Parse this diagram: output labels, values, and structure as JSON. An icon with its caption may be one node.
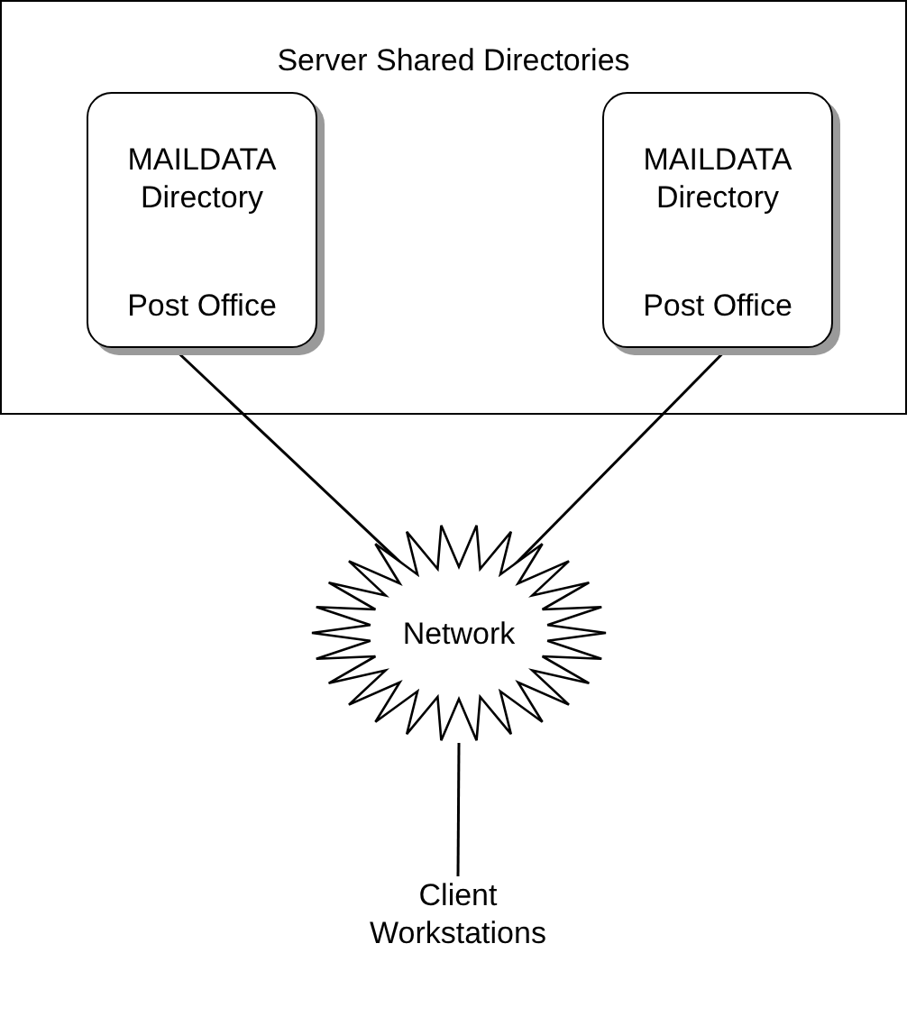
{
  "diagram": {
    "nodes": [
      {
        "text": [
          "Server Shared Directories"
        ]
      },
      {
        "text": [
          "MAILDATA Directory",
          "Post Office"
        ],
        "in": 0
      },
      {
        "text": [
          "MAILDATA Directory",
          "Post Office"
        ],
        "in": 0
      },
      {
        "text": [
          "Network"
        ]
      },
      {
        "text": [
          "Client Workstations"
        ]
      }
    ],
    "edges": [
      {
        "from": 1,
        "to": 3,
        "arrow": "none"
      },
      {
        "from": 2,
        "to": 3,
        "arrow": "none"
      },
      {
        "from": 3,
        "to": 4,
        "arrow": "none"
      }
    ]
  }
}
